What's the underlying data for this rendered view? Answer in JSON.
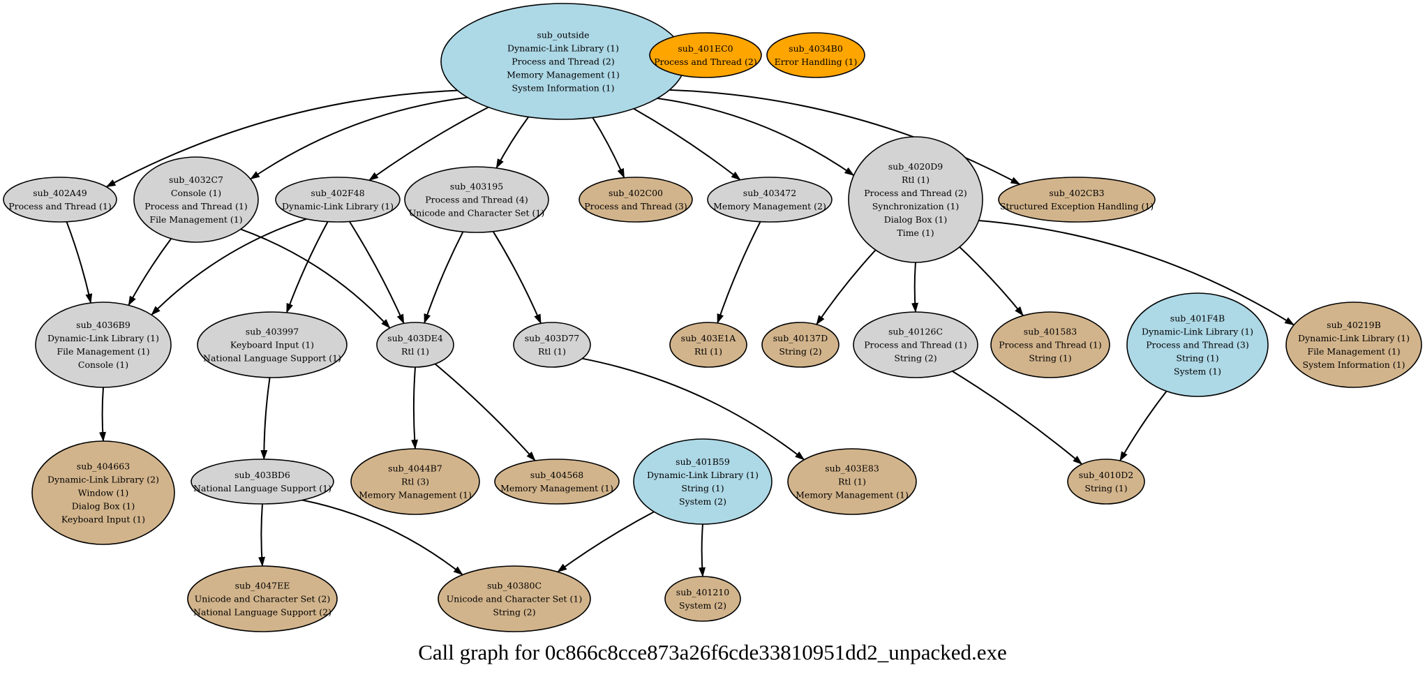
{
  "title": "Call graph for 0c866c8cce873a26f6cde33810951dd2_unpacked.exe",
  "colors": {
    "blue": "#add8e6",
    "grey": "#d3d3d3",
    "tan": "#d2b48c",
    "orange": "#ffa500",
    "stroke": "#000000"
  },
  "nodes": [
    {
      "id": "sub_outside",
      "color": "blue",
      "lines": [
        "sub_outside",
        "Dynamic-Link Library (1)",
        "Process and Thread (2)",
        "Memory Management (1)",
        "System Information (1)"
      ]
    },
    {
      "id": "sub_401EC0",
      "color": "orange",
      "lines": [
        "sub_401EC0",
        "Process and Thread (2)"
      ]
    },
    {
      "id": "sub_4034B0",
      "color": "orange",
      "lines": [
        "sub_4034B0",
        "Error Handling (1)"
      ]
    },
    {
      "id": "sub_402A49",
      "color": "grey",
      "lines": [
        "sub_402A49",
        "Process and Thread (1)"
      ]
    },
    {
      "id": "sub_4032C7",
      "color": "grey",
      "lines": [
        "sub_4032C7",
        "Console (1)",
        "Process and Thread (1)",
        "File Management (1)"
      ]
    },
    {
      "id": "sub_402F48",
      "color": "grey",
      "lines": [
        "sub_402F48",
        "Dynamic-Link Library (1)"
      ]
    },
    {
      "id": "sub_403195",
      "color": "grey",
      "lines": [
        "sub_403195",
        "Process and Thread (4)",
        "Unicode and Character Set (1)"
      ]
    },
    {
      "id": "sub_402C00",
      "color": "tan",
      "lines": [
        "sub_402C00",
        "Process and Thread (3)"
      ]
    },
    {
      "id": "sub_403472",
      "color": "grey",
      "lines": [
        "sub_403472",
        "Memory Management (2)"
      ]
    },
    {
      "id": "sub_4020D9",
      "color": "grey",
      "lines": [
        "sub_4020D9",
        "Rtl (1)",
        "Process and Thread (2)",
        "Synchronization (1)",
        "Dialog Box (1)",
        "Time (1)"
      ]
    },
    {
      "id": "sub_402CB3",
      "color": "tan",
      "lines": [
        "sub_402CB3",
        "Structured Exception Handling (1)"
      ]
    },
    {
      "id": "sub_4036B9",
      "color": "grey",
      "lines": [
        "sub_4036B9",
        "Dynamic-Link Library (1)",
        "File Management (1)",
        "Console (1)"
      ]
    },
    {
      "id": "sub_403997",
      "color": "grey",
      "lines": [
        "sub_403997",
        "Keyboard Input (1)",
        "National Language Support (1)"
      ]
    },
    {
      "id": "sub_403DE4",
      "color": "grey",
      "lines": [
        "sub_403DE4",
        "Rtl (1)"
      ]
    },
    {
      "id": "sub_403D77",
      "color": "grey",
      "lines": [
        "sub_403D77",
        "Rtl (1)"
      ]
    },
    {
      "id": "sub_403E1A",
      "color": "tan",
      "lines": [
        "sub_403E1A",
        "Rtl (1)"
      ]
    },
    {
      "id": "sub_40137D",
      "color": "tan",
      "lines": [
        "sub_40137D",
        "String (2)"
      ]
    },
    {
      "id": "sub_40126C",
      "color": "grey",
      "lines": [
        "sub_40126C",
        "Process and Thread (1)",
        "String (2)"
      ]
    },
    {
      "id": "sub_401583",
      "color": "tan",
      "lines": [
        "sub_401583",
        "Process and Thread (1)",
        "String (1)"
      ]
    },
    {
      "id": "sub_401F4B",
      "color": "blue",
      "lines": [
        "sub_401F4B",
        "Dynamic-Link Library (1)",
        "Process and Thread (3)",
        "String (1)",
        "System (1)"
      ]
    },
    {
      "id": "sub_40219B",
      "color": "tan",
      "lines": [
        "sub_40219B",
        "Dynamic-Link Library (1)",
        "File Management (1)",
        "System Information (1)"
      ]
    },
    {
      "id": "sub_404663",
      "color": "tan",
      "lines": [
        "sub_404663",
        "Dynamic-Link Library (2)",
        "Window (1)",
        "Dialog Box (1)",
        "Keyboard Input (1)"
      ]
    },
    {
      "id": "sub_403BD6",
      "color": "grey",
      "lines": [
        "sub_403BD6",
        "National Language Support (1)"
      ]
    },
    {
      "id": "sub_4044B7",
      "color": "tan",
      "lines": [
        "sub_4044B7",
        "Rtl (3)",
        "Memory Management (1)"
      ]
    },
    {
      "id": "sub_404568",
      "color": "tan",
      "lines": [
        "sub_404568",
        "Memory Management (1)"
      ]
    },
    {
      "id": "sub_401B59",
      "color": "blue",
      "lines": [
        "sub_401B59",
        "Dynamic-Link Library (1)",
        "String (1)",
        "System (2)"
      ]
    },
    {
      "id": "sub_403E83",
      "color": "tan",
      "lines": [
        "sub_403E83",
        "Rtl (1)",
        "Memory Management (1)"
      ]
    },
    {
      "id": "sub_4010D2",
      "color": "tan",
      "lines": [
        "sub_4010D2",
        "String (1)"
      ]
    },
    {
      "id": "sub_4047EE",
      "color": "tan",
      "lines": [
        "sub_4047EE",
        "Unicode and Character Set (2)",
        "National Language Support (2)"
      ]
    },
    {
      "id": "sub_40380C",
      "color": "tan",
      "lines": [
        "sub_40380C",
        "Unicode and Character Set (1)",
        "String (2)"
      ]
    },
    {
      "id": "sub_401210",
      "color": "tan",
      "lines": [
        "sub_401210",
        "System (2)"
      ]
    }
  ],
  "edges": [
    [
      "sub_outside",
      "sub_402A49"
    ],
    [
      "sub_outside",
      "sub_4032C7"
    ],
    [
      "sub_outside",
      "sub_402F48"
    ],
    [
      "sub_outside",
      "sub_403195"
    ],
    [
      "sub_outside",
      "sub_402C00"
    ],
    [
      "sub_outside",
      "sub_403472"
    ],
    [
      "sub_outside",
      "sub_4020D9"
    ],
    [
      "sub_outside",
      "sub_402CB3"
    ],
    [
      "sub_402A49",
      "sub_4036B9"
    ],
    [
      "sub_4032C7",
      "sub_4036B9"
    ],
    [
      "sub_4032C7",
      "sub_403DE4"
    ],
    [
      "sub_402F48",
      "sub_4036B9"
    ],
    [
      "sub_402F48",
      "sub_403997"
    ],
    [
      "sub_402F48",
      "sub_403DE4"
    ],
    [
      "sub_403195",
      "sub_403DE4"
    ],
    [
      "sub_403195",
      "sub_403D77"
    ],
    [
      "sub_403472",
      "sub_403E1A"
    ],
    [
      "sub_4020D9",
      "sub_40137D"
    ],
    [
      "sub_4020D9",
      "sub_40126C"
    ],
    [
      "sub_4020D9",
      "sub_401583"
    ],
    [
      "sub_4020D9",
      "sub_40219B"
    ],
    [
      "sub_4036B9",
      "sub_404663"
    ],
    [
      "sub_403997",
      "sub_403BD6"
    ],
    [
      "sub_403DE4",
      "sub_4044B7"
    ],
    [
      "sub_403DE4",
      "sub_404568"
    ],
    [
      "sub_403D77",
      "sub_403E83"
    ],
    [
      "sub_40126C",
      "sub_4010D2"
    ],
    [
      "sub_401F4B",
      "sub_4010D2"
    ],
    [
      "sub_403BD6",
      "sub_4047EE"
    ],
    [
      "sub_403BD6",
      "sub_40380C"
    ],
    [
      "sub_401B59",
      "sub_40380C"
    ],
    [
      "sub_401B59",
      "sub_401210"
    ]
  ]
}
